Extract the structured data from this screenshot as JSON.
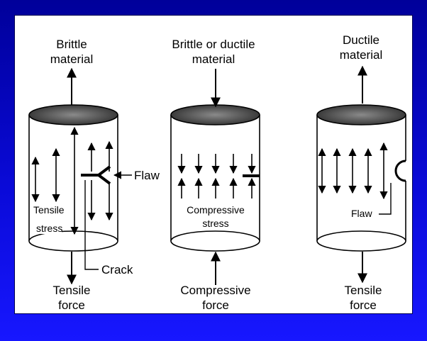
{
  "panels": [
    {
      "top_label_line1": "Brittle",
      "top_label_line2": "material",
      "bottom_label_line1": "Tensile",
      "bottom_label_line2": "force",
      "inner_label_line1": "Tensile",
      "inner_label_line2": "stress",
      "flaw_label": "Flaw",
      "crack_label": "Crack"
    },
    {
      "top_label_line1": "Brittle or ductile",
      "top_label_line2": "material",
      "bottom_label_line1": "Compressive",
      "bottom_label_line2": "force",
      "inner_label_line1": "Compressive",
      "inner_label_line2": "stress"
    },
    {
      "top_label_line1": "Ductile",
      "top_label_line2": "material",
      "bottom_label_line1": "Tensile",
      "bottom_label_line2": "force",
      "flaw_label": "Flaw"
    }
  ],
  "colors": {
    "background_top": "#00009a",
    "background_bottom": "#1717ff",
    "panel": "#ffffff",
    "ink": "#000000"
  }
}
